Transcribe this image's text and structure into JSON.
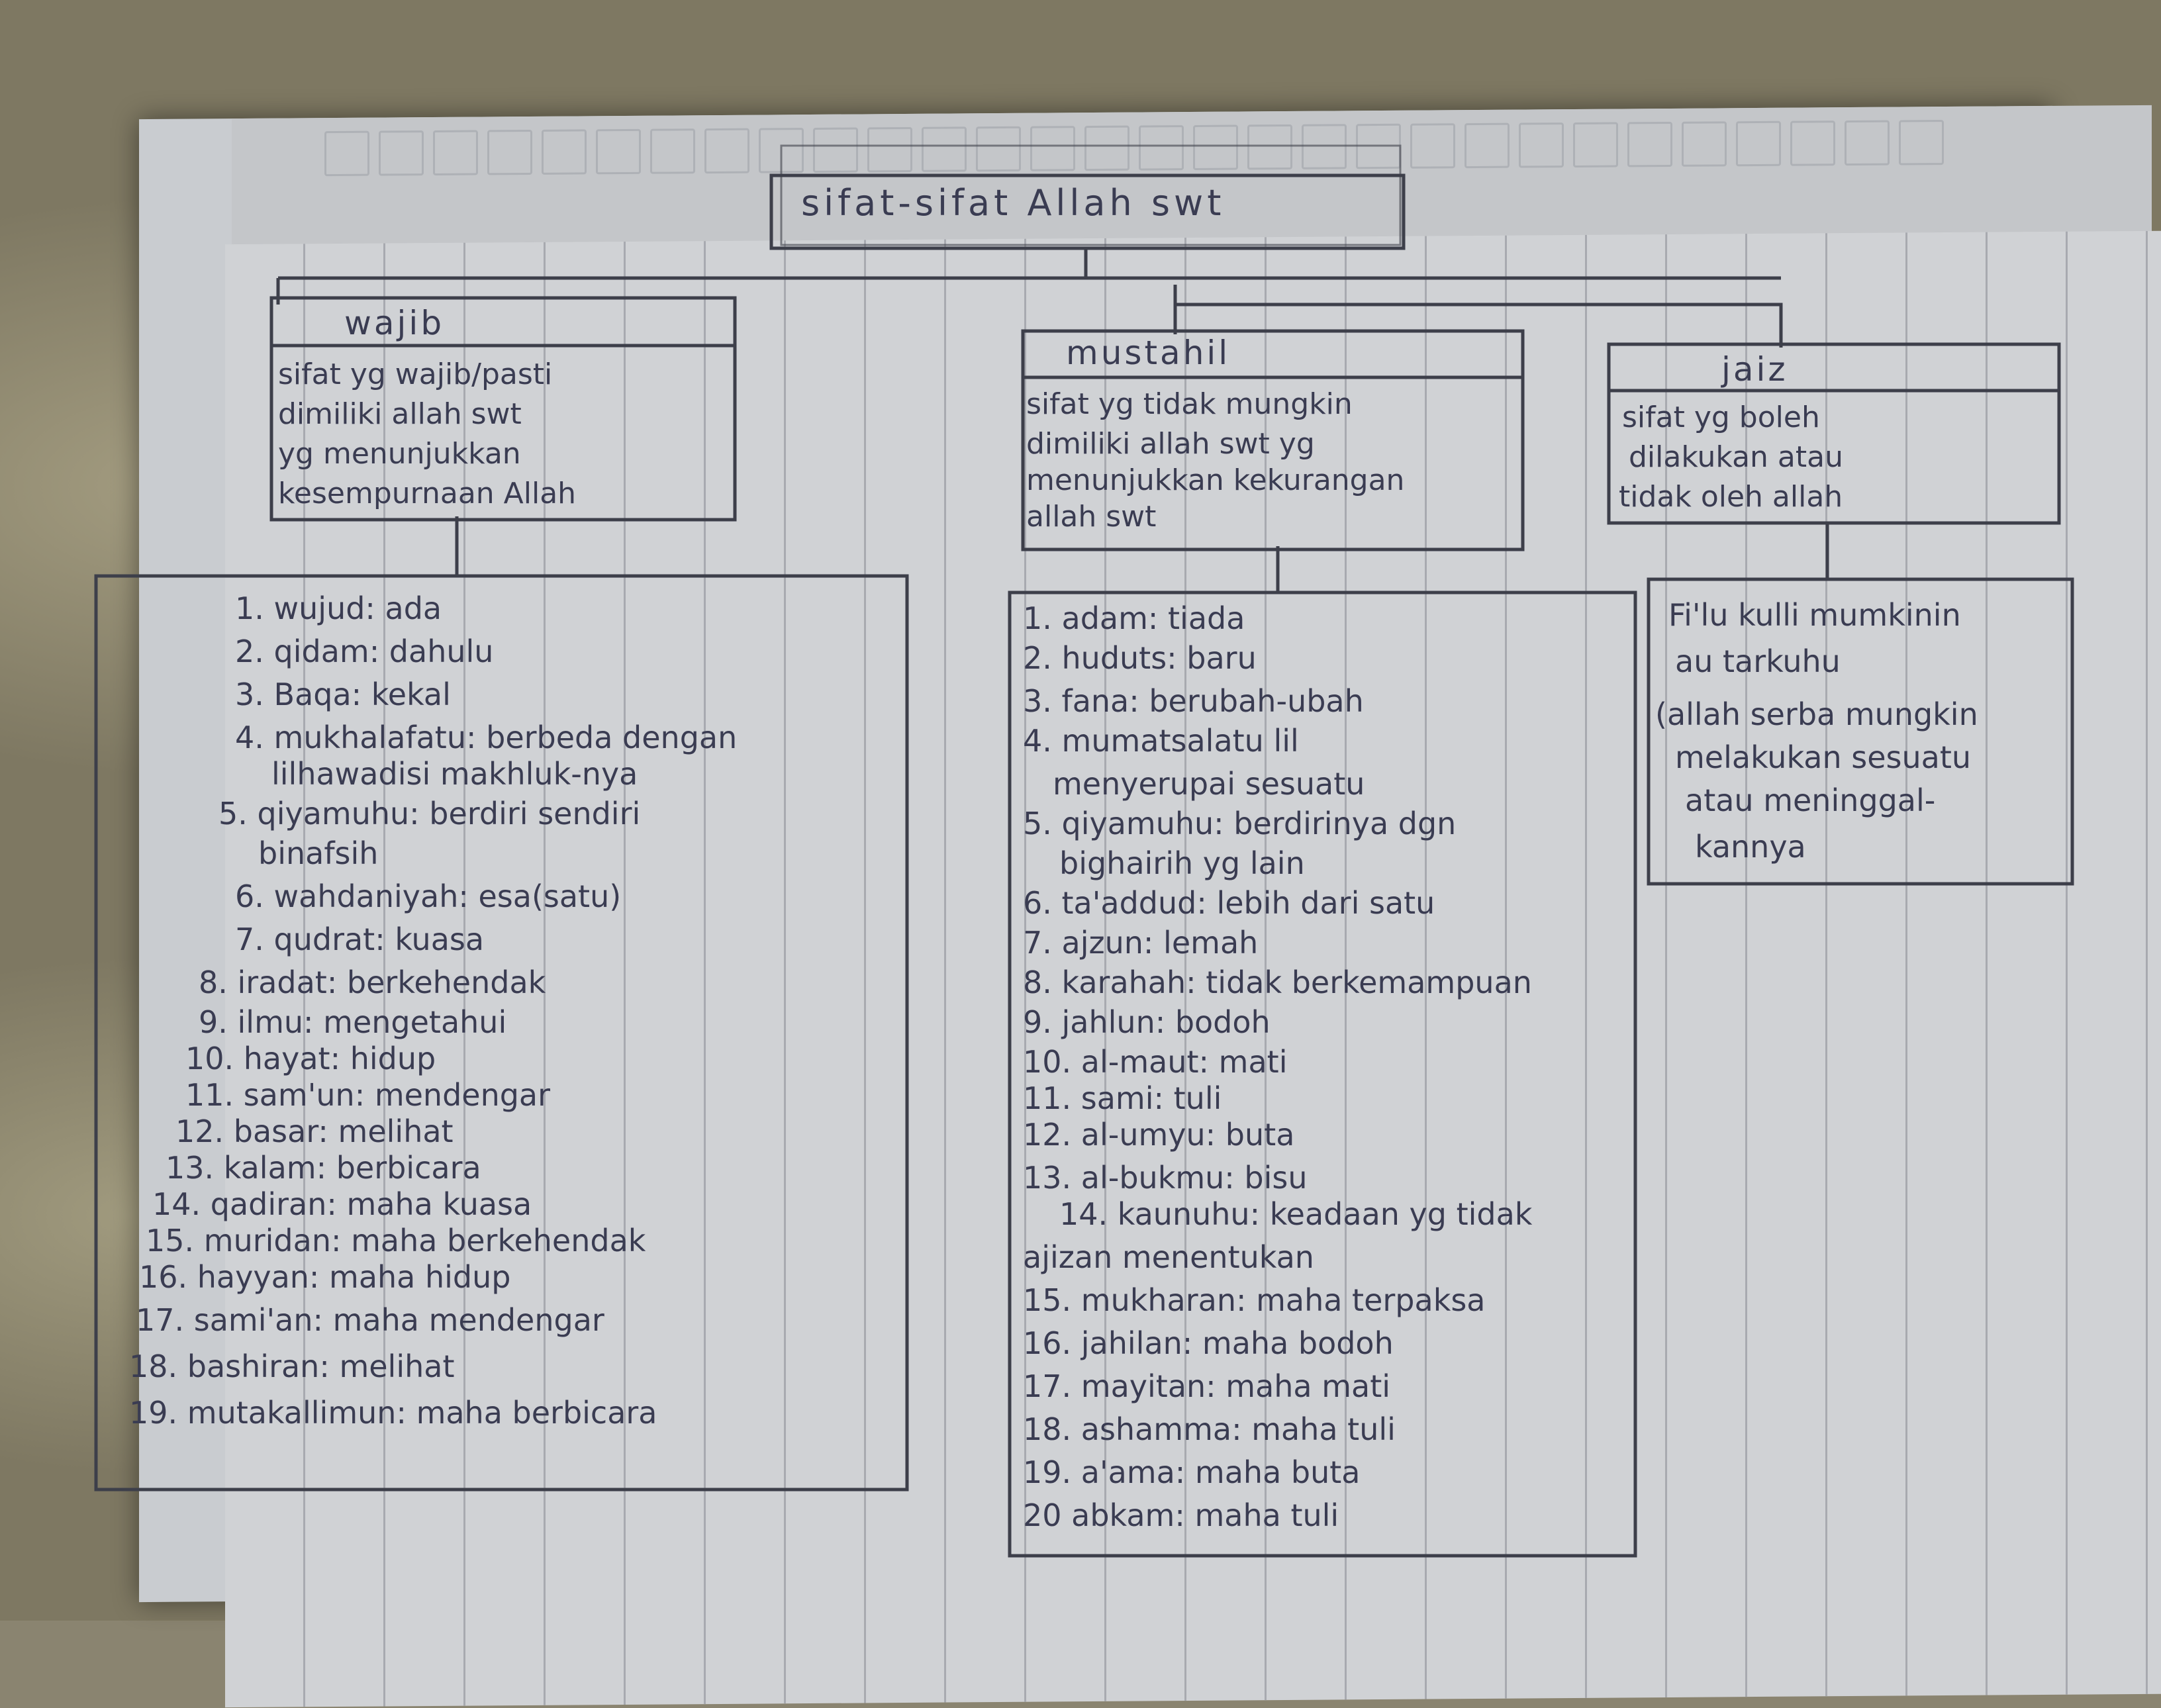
{
  "title": "sifat-sifat Allah swt",
  "columns": [
    {
      "heading": "wajib",
      "description": [
        "sifat yg wajib/pasti",
        "dimiliki allah swt",
        "yg menunjukkan",
        "kesempurnaan Allah"
      ],
      "items": [
        "1. wujud: ada",
        "2. qidam: dahulu",
        "3. Baqa: kekal",
        "4. mukhalafatu: berbeda dengan",
        "lilhawadisi makhluk-nya",
        "5. qiyamuhu: berdiri sendiri",
        "binafsih",
        "6. wahdaniyah: esa(satu)",
        "7. qudrat: kuasa",
        "8. iradat: berkehendak",
        "9. ilmu: mengetahui",
        "10. hayat: hidup",
        "11. sam'un: mendengar",
        "12. basar: melihat",
        "13. kalam: berbicara",
        "14. qadiran: maha kuasa",
        "15. muridan: maha berkehendak",
        "16. hayyan: maha hidup",
        "17. sami'an: maha mendengar",
        "18. bashiran: melihat",
        "19. mutakallimun: maha berbicara"
      ]
    },
    {
      "heading": "mustahil",
      "description": [
        "sifat yg tidak mungkin",
        "dimiliki allah swt yg",
        "menunjukkan kekurangan",
        "allah swt"
      ],
      "items": [
        "1. adam: tiada",
        "2. huduts: baru",
        "3. fana: berubah-ubah",
        "4. mumatsalatu lil",
        "menyerupai sesuatu",
        "5. qiyamuhu: berdirinya dgn",
        "bighairih yg lain",
        "6. ta'addud: lebih dari satu",
        "7. ajzun: lemah",
        "8. karahah: tidak berkemampuan",
        "9. jahlun: bodoh",
        "10. al-maut: mati",
        "11. sami: tuli",
        "12. al-umyu: buta",
        "13. al-bukmu: bisu",
        "14. kaunuhu: keadaan yg tidak",
        "ajizan menentukan",
        "15. mukharan: maha terpaksa",
        "16. jahilan: maha bodoh",
        "17. mayitan: maha mati",
        "18. ashamma: maha tuli",
        "19. a'ama: maha buta",
        "20 abkam: maha tuli"
      ]
    },
    {
      "heading": "jaiz",
      "description": [
        "sifat yg boleh",
        "dilakukan atau",
        "tidak oleh allah"
      ],
      "items": [
        "Fi'lu kulli mumkinin",
        "au tarkuhu",
        "(allah serba mungkin",
        "melakukan sesuatu",
        "atau meninggal-",
        "kannya"
      ]
    }
  ]
}
